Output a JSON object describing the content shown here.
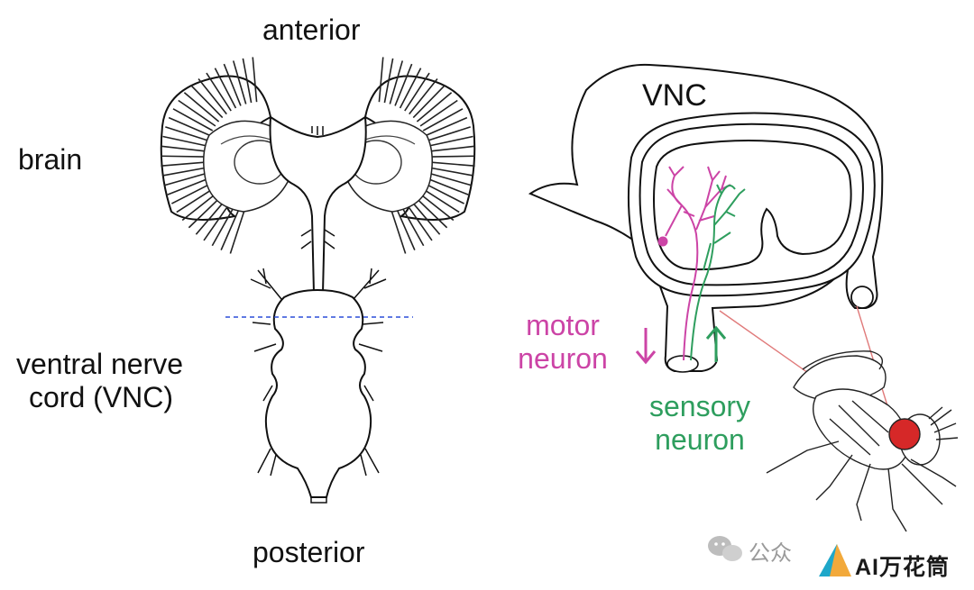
{
  "labels": {
    "anterior": "anterior",
    "posterior": "posterior",
    "brain": "brain",
    "vnc_full_line1": "ventral nerve",
    "vnc_full_line2": "cord (VNC)",
    "vnc_short": "VNC",
    "motor_line1": "motor",
    "motor_line2": "neuron",
    "sensory_line1": "sensory",
    "sensory_line2": "neuron",
    "motor_arrow": "↓",
    "sensory_arrow": "↑"
  },
  "watermark": {
    "wechat_text": "公众",
    "brand_text": "AI万花筒"
  },
  "colors": {
    "motor": "#cc44a6",
    "sensory": "#2e9e5e",
    "section_line": "#2b4fd8",
    "projection_line": "#e07a7a",
    "fly_eye": "#d62828",
    "outline": "#111111"
  }
}
